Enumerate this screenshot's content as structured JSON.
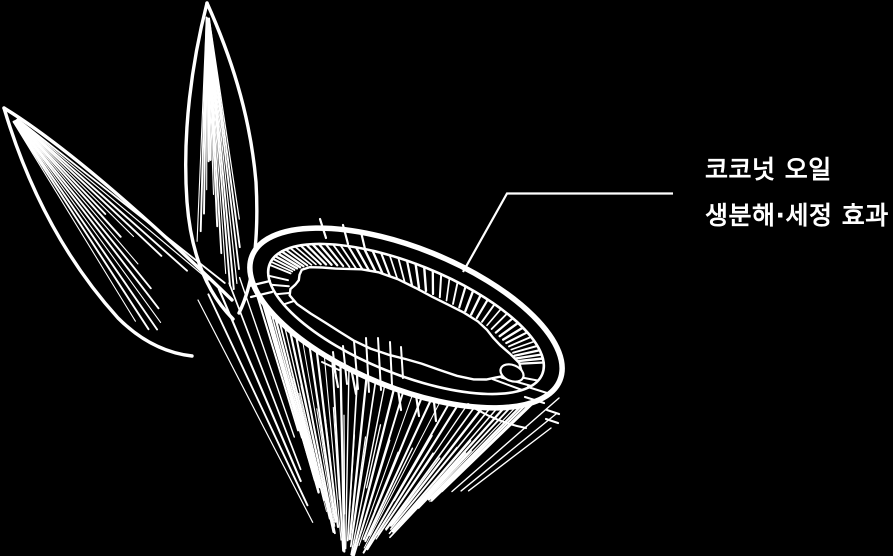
{
  "canvas": {
    "background": "#000000",
    "ink": "#ffffff"
  },
  "illustration": {
    "subject": "hand-drawn white line sketch of a halved coconut with two palm leaves",
    "elements": [
      "palm-leaf-upper",
      "palm-leaf-left",
      "coconut-husk",
      "coconut-cut-face",
      "callout-line"
    ]
  },
  "callout": {
    "line1": "코코넛 오일",
    "line2": "생분해·세정 효과"
  }
}
